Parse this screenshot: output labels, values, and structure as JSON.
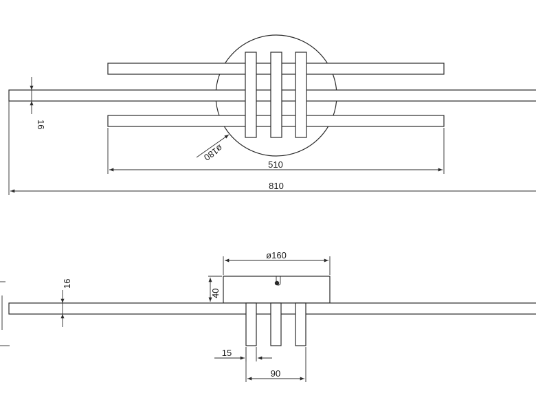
{
  "drawing": {
    "top_view": {
      "dims": {
        "bar_thickness": "16",
        "base_diameter": "ø180",
        "short_bar_length": "510",
        "long_bar_length": "810"
      }
    },
    "side_view": {
      "dims": {
        "base_diameter": "ø160",
        "base_height": "40",
        "bar_thickness": "16",
        "vertical_bar_width": "15",
        "vertical_group_width": "90"
      }
    }
  }
}
